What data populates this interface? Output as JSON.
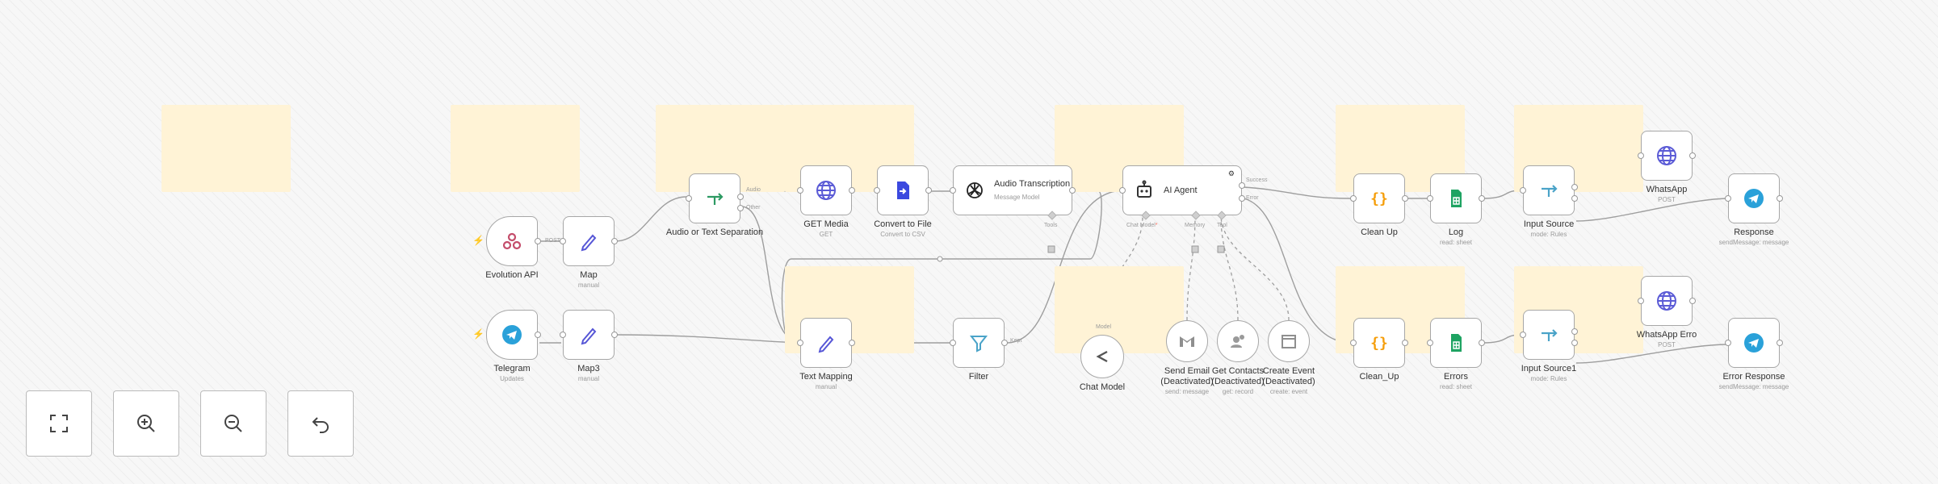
{
  "nodes": {
    "evolution": {
      "title": "Evolution API",
      "sub": "",
      "port": "POST"
    },
    "map": {
      "title": "Map",
      "sub": "manual"
    },
    "telegram": {
      "title": "Telegram",
      "sub": "Updates"
    },
    "map3": {
      "title": "Map3",
      "sub": "manual"
    },
    "audio_text_sep": {
      "title": "Audio or Text Separation",
      "sub": "",
      "port_audio": "Audio",
      "port_other": "Other"
    },
    "get_media": {
      "title": "GET Media",
      "sub": "GET"
    },
    "convert_to_file": {
      "title": "Convert to File",
      "sub": "Convert to CSV"
    },
    "audio_transcription": {
      "title": "Audio Transcription",
      "sub": "Message Model",
      "port_tools": "Tools"
    },
    "text_mapping": {
      "title": "Text Mapping",
      "sub": "manual"
    },
    "filter": {
      "title": "Filter",
      "sub": "",
      "port": "Kept"
    },
    "ai_agent": {
      "title": "AI Agent",
      "port_chat": "Chat Model",
      "port_memory": "Memory",
      "port_tool": "Tool",
      "port_success": "Success",
      "port_error": "Error"
    },
    "chat_model": {
      "title": "Chat Model",
      "sub": "",
      "port": "Model"
    },
    "send_email": {
      "title": "Send Email",
      "title2": "(Deactivated)",
      "sub": "send: message"
    },
    "get_contacts": {
      "title": "Get Contacts",
      "title2": "(Deactivated)",
      "sub": "get: record"
    },
    "create_event": {
      "title": "Create Event",
      "title2": "(Deactivated)",
      "sub": "create: event"
    },
    "clean_up": {
      "title": "Clean Up",
      "sub": ""
    },
    "log": {
      "title": "Log",
      "sub": "read: sheet"
    },
    "input_source": {
      "title": "Input Source",
      "sub": "mode: Rules"
    },
    "whatsapp": {
      "title": "WhatsApp",
      "sub": "POST"
    },
    "response": {
      "title": "Response",
      "sub": "sendMessage: message"
    },
    "clean_up2": {
      "title": "Clean_Up",
      "sub": ""
    },
    "errors": {
      "title": "Errors",
      "sub": "read: sheet"
    },
    "input_source1": {
      "title": "Input Source1",
      "sub": "mode: Rules"
    },
    "whatsapp_error": {
      "title": "WhatsApp Erro",
      "sub": "POST"
    },
    "error_response": {
      "title": "Error Response",
      "sub": "sendMessage: message"
    }
  },
  "icons": {
    "evolution": "webhook-icon",
    "map": "pencil-icon",
    "telegram": "telegram-icon",
    "map3": "pencil-icon",
    "audio_text_sep": "switch-icon",
    "get_media": "globe-icon",
    "convert_to_file": "file-convert-icon",
    "audio_transcription": "openai-icon",
    "text_mapping": "pencil-icon",
    "filter": "filter-icon",
    "ai_agent": "robot-icon",
    "chat_model": "chat-model-icon",
    "send_email": "gmail-icon",
    "get_contacts": "contacts-icon",
    "create_event": "calendar-icon",
    "clean_up": "code-braces-icon",
    "log": "google-sheets-icon",
    "input_source": "switch-icon",
    "whatsapp": "globe-icon",
    "response": "telegram-icon",
    "clean_up2": "code-braces-icon",
    "errors": "google-sheets-icon",
    "input_source1": "switch-icon",
    "whatsapp_error": "globe-icon",
    "error_response": "telegram-icon"
  },
  "controls": [
    {
      "name": "fit-view-button",
      "icon": "fullscreen-icon"
    },
    {
      "name": "zoom-in-button",
      "icon": "zoom-in-icon"
    },
    {
      "name": "zoom-out-button",
      "icon": "zoom-out-icon"
    },
    {
      "name": "undo-button",
      "icon": "undo-icon"
    }
  ],
  "colors": {
    "canvas": "#f7f7f7",
    "sticky": "#fff3d6",
    "node_border": "#a7a7a7",
    "edge": "#9e9e9e",
    "trigger_bolt": "#ff6d5a",
    "telegram": "#2aa1d9",
    "globe": "#5b5bd6",
    "code": "#f59e0b",
    "sheets": "#1ea362",
    "switch": "#4aa3c8",
    "pencil": "#5656d6",
    "switch_green": "#2d9a63"
  }
}
